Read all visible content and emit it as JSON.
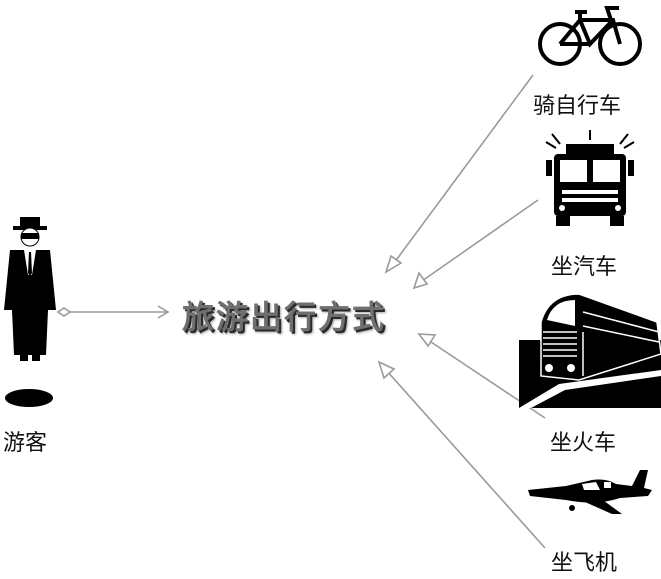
{
  "diagram": {
    "center_label": "旅游出行方式",
    "actor_label": "游客",
    "options": [
      {
        "label": "骑自行车",
        "icon": "bicycle-icon"
      },
      {
        "label": "坐汽车",
        "icon": "fire-truck-icon"
      },
      {
        "label": "坐火车",
        "icon": "train-icon"
      },
      {
        "label": "坐飞机",
        "icon": "airplane-icon"
      }
    ]
  },
  "colors": {
    "arrow": "#9a9a9a",
    "icon": "#000000",
    "center_text": "#6f6f6f"
  }
}
